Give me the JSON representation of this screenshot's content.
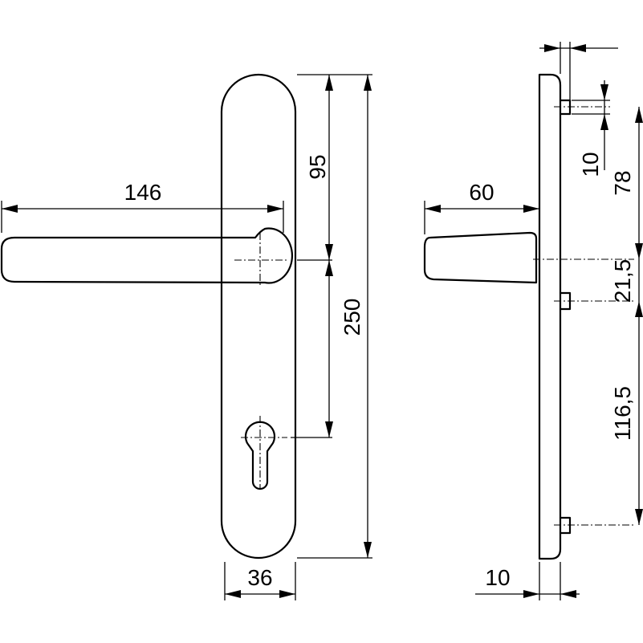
{
  "front_view": {
    "dim_handle_length": "146",
    "dim_top_to_handle": "95",
    "dim_plate_length": "250",
    "dim_plate_width": "36"
  },
  "side_view": {
    "dim_handle_projection": "60",
    "dim_screw_diameter": "10",
    "dim_screw_to_handle": "78",
    "dim_handle_to_screw": "21,5",
    "dim_screw_spacing": "116,5",
    "dim_plate_thickness": "10"
  }
}
